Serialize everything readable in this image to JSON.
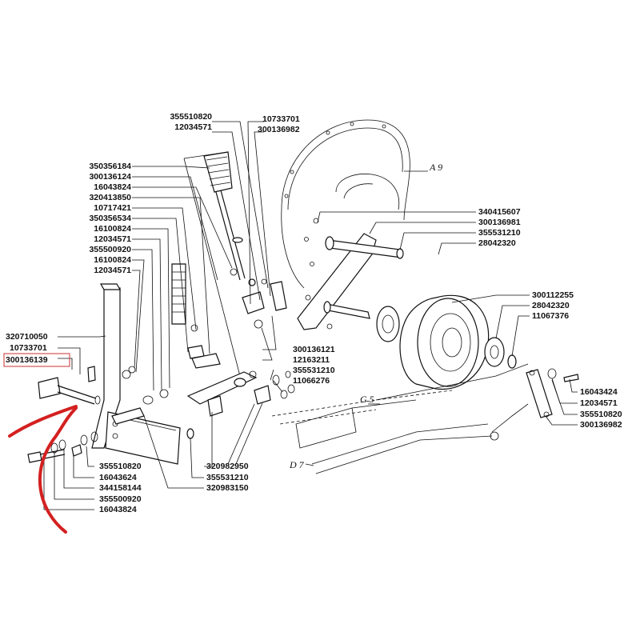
{
  "labels_left": {
    "l1": "355510820",
    "l2": "12034571",
    "l3": "10733701",
    "l4": "300136982",
    "l5": "350356184",
    "l6": "300136124",
    "l7": "16043824",
    "l8": "320413850",
    "l9": "10717421",
    "l10": "350356534",
    "l11": "16100824",
    "l12": "12034571",
    "l13": "355500920",
    "l14": "16100824",
    "l15": "12034571",
    "l16": "320710050",
    "l17": "10733701",
    "l18": "300136139"
  },
  "labels_bottom": {
    "b1": "355510820",
    "b2": "16043624",
    "b3": "344158144",
    "b4": "355500920",
    "b5": "16043824",
    "b6": "320982950",
    "b7": "355531210",
    "b8": "320983150"
  },
  "labels_center": {
    "c1": "300136121",
    "c2": "12163211",
    "c3": "355531210",
    "c4": "11066276"
  },
  "labels_right": {
    "r1": "340415607",
    "r2": "300136981",
    "r3": "355531210",
    "r4": "28042320",
    "r5": "300112255",
    "r6": "28042320",
    "r7": "11067376",
    "r8": "16043424",
    "r9": "12034571",
    "r10": "355510820",
    "r11": "300136982"
  },
  "refs": {
    "a9": "A 9",
    "g5": "G 5",
    "d7": "D 7"
  },
  "colors": {
    "line": "#111111",
    "highlight_box": "#cc3333",
    "arrow": "#d42020"
  }
}
